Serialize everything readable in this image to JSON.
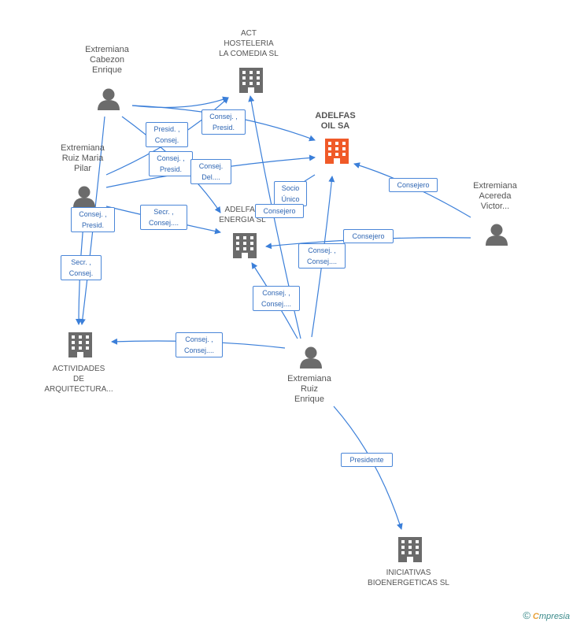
{
  "colors": {
    "edge": "#3b7fd9",
    "person": "#6b6b6b",
    "company": "#6b6b6b",
    "focus_company": "#f05a28"
  },
  "nodes": {
    "cabezon": {
      "type": "person",
      "label": [
        "Extremiana",
        "Cabezon",
        "Enrique"
      ]
    },
    "pilar": {
      "type": "person",
      "label": [
        "Extremiana",
        "Ruiz Maria",
        "Pilar"
      ]
    },
    "victor": {
      "type": "person",
      "label": [
        "Extremiana",
        "Acereda",
        "Victor..."
      ]
    },
    "enrique": {
      "type": "person",
      "label": [
        "Extremiana",
        "Ruiz",
        "Enrique"
      ]
    },
    "act": {
      "type": "company",
      "label": [
        "ACT",
        "HOSTELERIA",
        "LA COMEDIA SL"
      ]
    },
    "adelfas_oil": {
      "type": "focus",
      "label": [
        "ADELFAS",
        "OIL SA"
      ]
    },
    "adelfas_energia": {
      "type": "company",
      "label": [
        "ADELFAS",
        "ENERGIA SL"
      ]
    },
    "actividades": {
      "type": "company",
      "label": [
        "ACTIVIDADES",
        "DE",
        "ARQUITECTURA..."
      ]
    },
    "iniciativas": {
      "type": "company",
      "label": [
        "INICIATIVAS",
        "BIOENERGETICAS SL"
      ]
    }
  },
  "edge_labels": [
    [
      "Consej. ,",
      "Presid."
    ],
    [
      "Presid. ,",
      "Consej."
    ],
    [
      "Consej. ,",
      "Presid."
    ],
    [
      "Consej.",
      "Del...."
    ],
    [
      "Socio",
      "Único"
    ],
    [
      "Consejero"
    ],
    [
      "Consejero"
    ],
    [
      "Consej. ,",
      "Presid."
    ],
    [
      "Secr. ,",
      "Consej...."
    ],
    [
      "Consejero"
    ],
    [
      "Consej. ,",
      "Consej...."
    ],
    [
      "Secr. ,",
      "Consej."
    ],
    [
      "Consej. ,",
      "Consej...."
    ],
    [
      "Consej. ,",
      "Consej...."
    ],
    [
      "Presidente"
    ]
  ],
  "footer": {
    "copyright": "©",
    "brand_first": "C",
    "brand_rest": "mpresia"
  }
}
